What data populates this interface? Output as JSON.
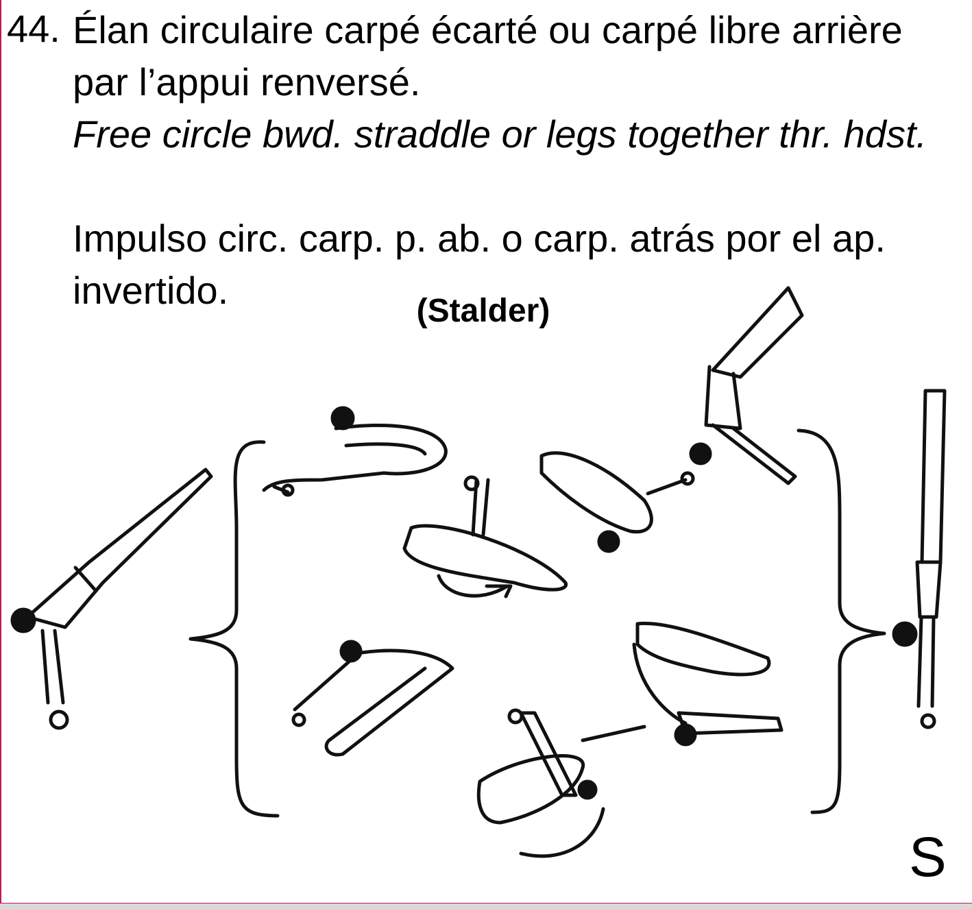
{
  "element": {
    "number": "44.",
    "name_fr": "Élan circulaire carpé écarté ou carpé libre arrière par l’appui renversé.",
    "name_en": "Free circle bwd. straddle or legs together thr. hdst.",
    "name_es": "Impulso circ. carp. p. ab. o carp. atrás por el ap. invertido.",
    "common_name": "(Stalder)",
    "code": "S"
  },
  "illustration": {
    "icon": "gymnast-stalder-sequence-figure",
    "ink_color": "#111111",
    "accent_frame_color": "#c2185b"
  }
}
